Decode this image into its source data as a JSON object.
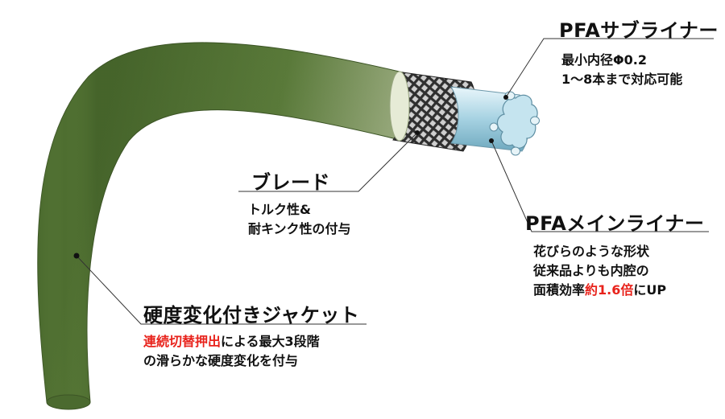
{
  "labels": {
    "sub_liner": {
      "title": "PFAサブライナー",
      "lines": [
        "最小内径Φ0.2",
        "1〜8本まで対応可能"
      ]
    },
    "braid": {
      "title": "ブレード",
      "lines": [
        "トルク性&",
        "耐キンク性の付与"
      ]
    },
    "main_liner": {
      "title": "PFAメインライナー",
      "lines": [
        "花びらのような形状",
        "従来品よりも内腔の"
      ],
      "line3_pre": "面積効率",
      "line3_highlight": "約1.6倍",
      "line3_post": "にUP"
    },
    "jacket": {
      "title": "硬度変化付きジャケット",
      "line1_highlight": "連続切替押出",
      "line1_post": "による最大3段階",
      "line2": "の滑らかな硬度変化を付与"
    }
  },
  "colors": {
    "jacket": "#5e7f3c",
    "jacket_light": "#dfe6c8",
    "braid": "#3a3a3a",
    "liner": "#a9d3e3",
    "highlight": "#e8221b"
  }
}
